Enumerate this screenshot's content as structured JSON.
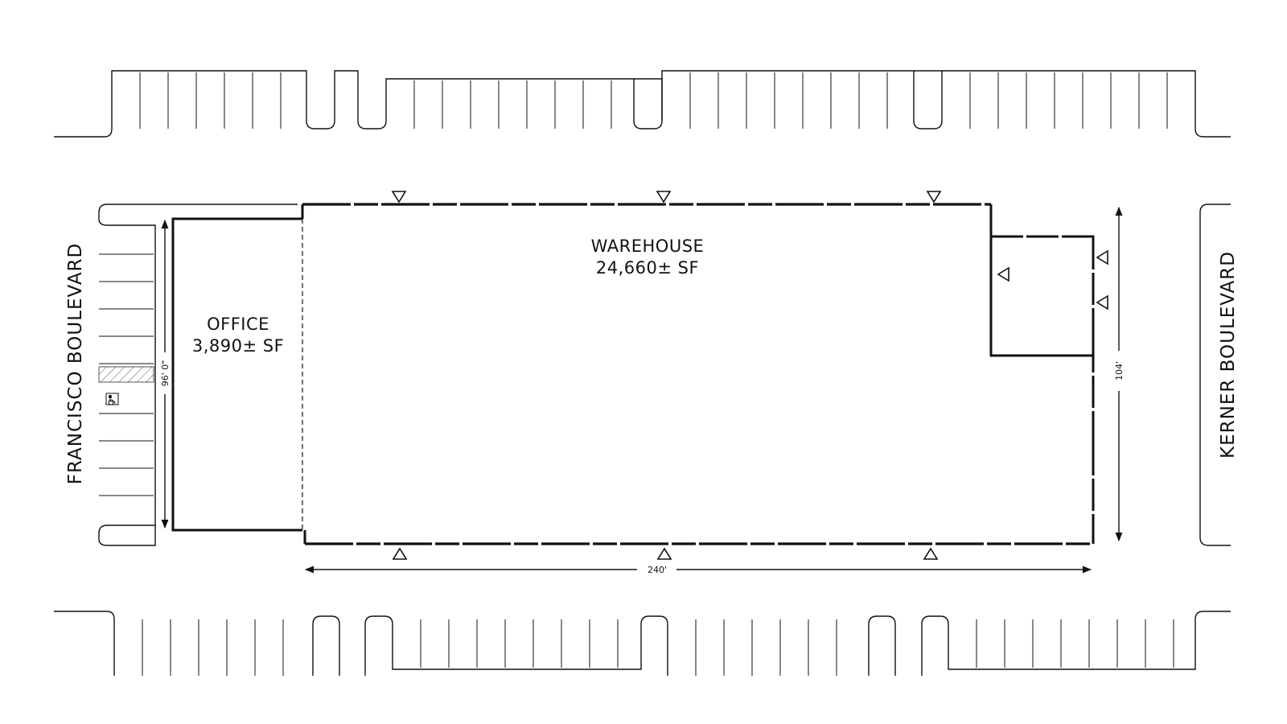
{
  "streets": {
    "west": "FRANCISCO BOULEVARD",
    "east": "KERNER BOULEVARD"
  },
  "office": {
    "name": "OFFICE",
    "area": "3,890± SF"
  },
  "warehouse": {
    "name": "WAREHOUSE",
    "area": "24,660± SF"
  },
  "dimensions": {
    "width_label": "240'",
    "depth_label": "104'",
    "office_depth_label": "96' 0\""
  },
  "symbols": {
    "door": "triangle-door-icon",
    "accessible_parking": "accessible-parking-icon"
  },
  "colors": {
    "line": "#111111",
    "background": "#ffffff"
  }
}
